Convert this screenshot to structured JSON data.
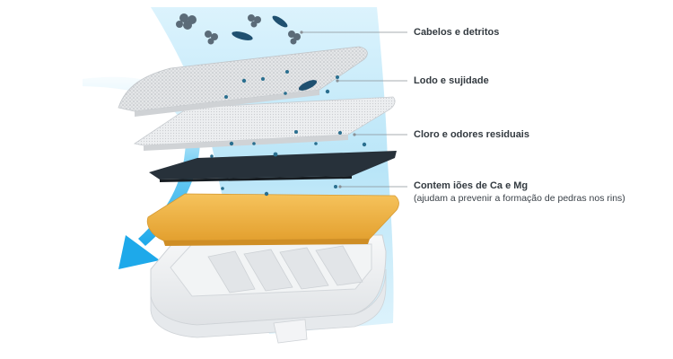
{
  "layers": [
    {
      "id": "mesh-fine",
      "label": "Cabelos e detritos"
    },
    {
      "id": "mesh-micro",
      "label": "Lodo e sujidade"
    },
    {
      "id": "carbon",
      "label": "Cloro e odores residuais"
    },
    {
      "id": "mineral",
      "label": "Contem iões de Ca e Mg",
      "note": "(ajudam a prevenir a formação de pedras nos rins)"
    }
  ],
  "colors": {
    "water_flow": "#7fd0f2",
    "arrow": "#3db7ee",
    "mesh": "#d9dcdf",
    "carbon": "#27313a",
    "mineral": "#f0b340",
    "tray": "#eef0f2",
    "particle": "#2a6f8f",
    "leader": "#8a9096"
  },
  "icons": [
    "dust-particle-icon",
    "flow-arrow-icon"
  ]
}
